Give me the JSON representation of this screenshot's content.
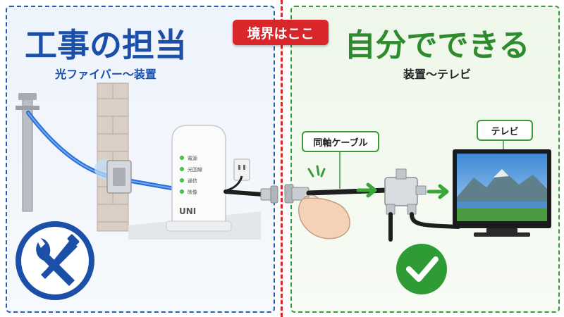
{
  "left": {
    "title": "工事の担当",
    "subtitle": "光ファイバー〜装置"
  },
  "center": {
    "badge": "境界はここ"
  },
  "right": {
    "title": "自分でできる",
    "subtitle": "装置〜テレビ"
  },
  "labels": {
    "cable": "同軸ケーブル",
    "tv": "テレビ"
  },
  "device": {
    "leds": [
      "電源",
      "光回線",
      "通信",
      "映像"
    ],
    "brand": "UNI"
  },
  "icons": {
    "left": "wrench-screwdriver-icon",
    "right": "checkmark-icon"
  },
  "colors": {
    "blue": "#1b4fa8",
    "green": "#2e8b2e",
    "red": "#d9262b"
  }
}
